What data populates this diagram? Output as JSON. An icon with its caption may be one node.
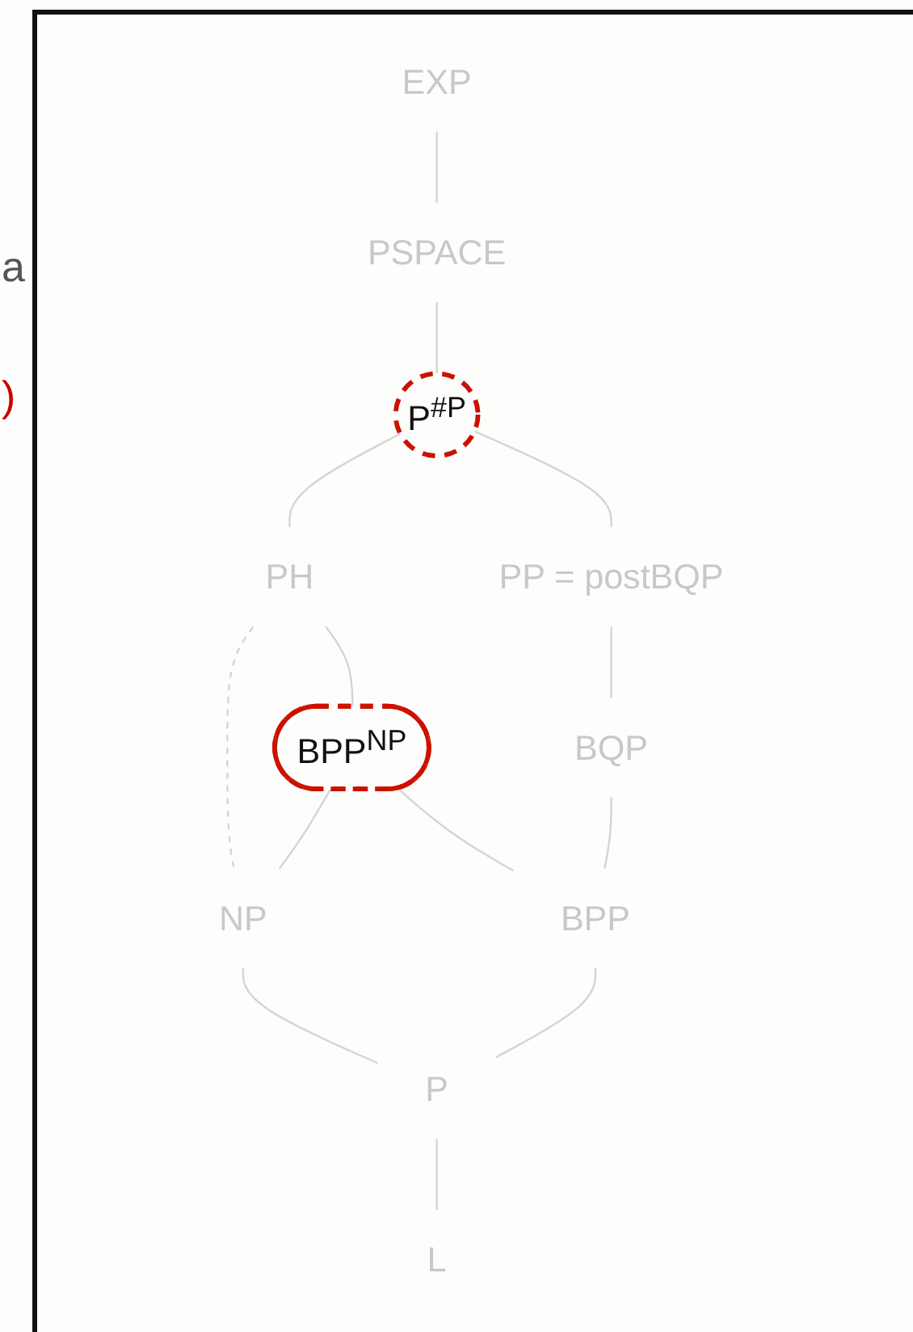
{
  "diagram": {
    "nodes": [
      {
        "text": [
          "EXP"
        ]
      },
      {
        "text": [
          "PSPACE"
        ]
      },
      {
        "text": [
          "P$^{#P}$"
        ]
      },
      {
        "text": [
          "PP = postBQP"
        ]
      },
      {
        "text": [
          "PH"
        ]
      },
      {
        "text": [
          "BPP$^{NP}$"
        ]
      },
      {
        "text": [
          "BQP"
        ]
      },
      {
        "text": [
          "NP"
        ]
      },
      {
        "text": [
          "BPP"
        ]
      },
      {
        "text": [
          "P"
        ]
      },
      {
        "text": [
          "L"
        ]
      }
    ],
    "edges": [
      {
        "from": 0,
        "to": 1,
        "arrow": "none"
      },
      {
        "from": 1,
        "to": 2,
        "arrow": "none"
      },
      {
        "from": 2,
        "to": 4,
        "arrow": "none"
      },
      {
        "from": 2,
        "to": 3,
        "arrow": "none"
      },
      {
        "from": 4,
        "to": 5,
        "arrow": "none"
      },
      {
        "from": 4,
        "to": 7,
        "arrow": "none",
        "style": "dashed"
      },
      {
        "from": 5,
        "to": 7,
        "arrow": "none"
      },
      {
        "from": 5,
        "to": 8,
        "arrow": "none"
      },
      {
        "from": 3,
        "to": 6,
        "arrow": "none"
      },
      {
        "from": 6,
        "to": 8,
        "arrow": "none"
      },
      {
        "from": 7,
        "to": 9,
        "arrow": "none"
      },
      {
        "from": 8,
        "to": 9,
        "arrow": "none"
      },
      {
        "from": 9,
        "to": 10,
        "arrow": "none"
      }
    ],
    "labels": [
      "a",
      ")"
    ]
  }
}
